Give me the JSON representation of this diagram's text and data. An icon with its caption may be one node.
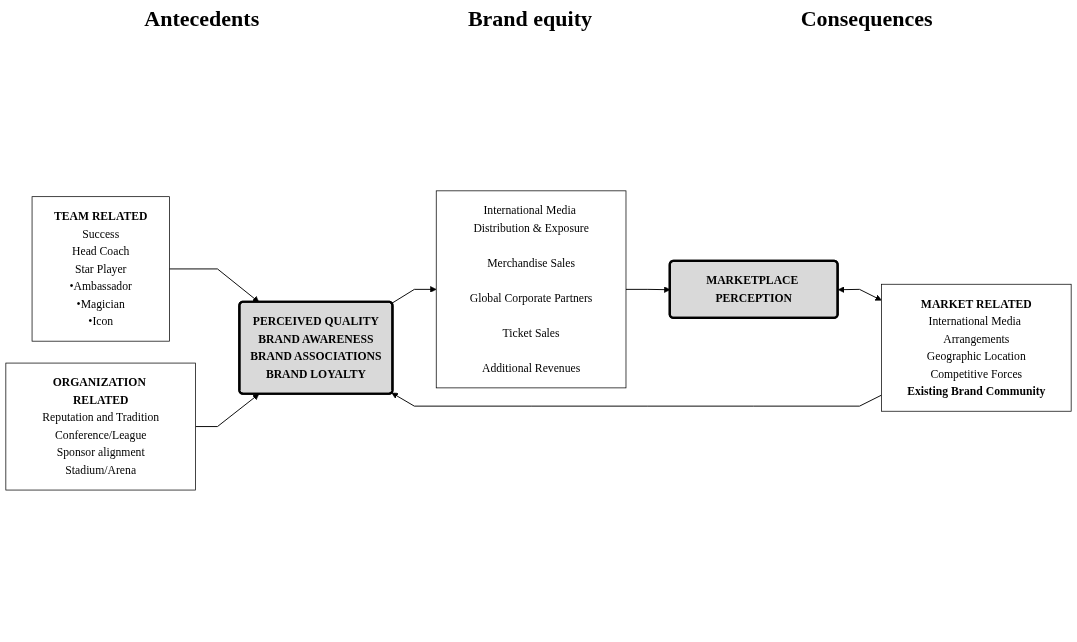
{
  "diagram": {
    "nodes": [
      {
        "text": [
          "TEAM RELATED",
          "Success",
          "Head Coach",
          "Star Player",
          "•Ambassador",
          "•Magician",
          "•Icon"
        ]
      },
      {
        "text": [
          "ORGANIZATION RELATED",
          "Reputation and Tradition",
          "Conference/League",
          "Sponsor alignment",
          "Stadium/Arena"
        ]
      },
      {
        "text": [
          "MARKET RELATED",
          "International Media Arrangements",
          "Geographic Location",
          "Competitive Forces",
          "Existing Brand Community"
        ]
      },
      {
        "text": [
          "PERCEIVED QUALITY",
          "BRAND AWARENESS",
          "BRAND ASSOCIATIONS",
          "BRAND LOYALTY"
        ]
      },
      {
        "text": [
          "International Media Distribution & Exposure",
          "Merchandise Sales",
          "Global Corporate Partners",
          "Ticket Sales",
          "Additional Revenues"
        ]
      },
      {
        "text": [
          "MARKETPLACE PERCEPTION"
        ]
      }
    ],
    "edges": [
      {
        "from": 0,
        "to": 3,
        "arrow": "to"
      },
      {
        "from": 1,
        "to": 3,
        "arrow": "to"
      },
      {
        "from": 2,
        "to": 3,
        "arrow": "to"
      },
      {
        "from": 3,
        "to": 4,
        "arrow": "to"
      },
      {
        "from": 4,
        "to": 5,
        "arrow": "to"
      },
      {
        "from": 5,
        "to": 2,
        "arrow": "both"
      }
    ],
    "labels": [
      "Antecedents",
      "Brand equity",
      "Consequences"
    ]
  }
}
